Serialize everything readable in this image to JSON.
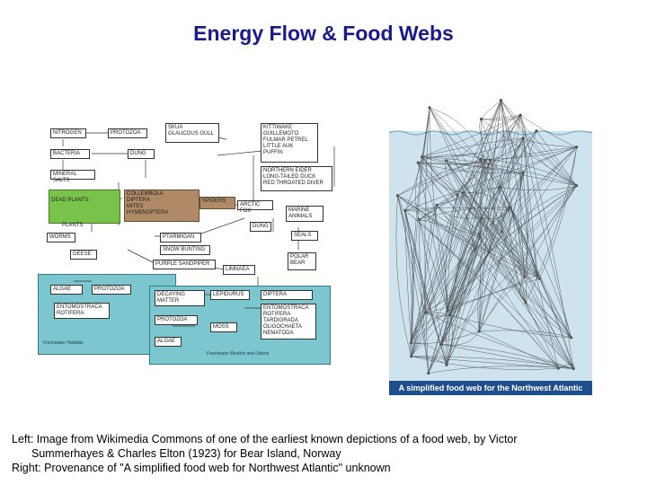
{
  "title": "Energy Flow & Food Webs",
  "left_figure": {
    "boxes": {
      "nitrogen": "NITROGEN",
      "protozoa_top": "PROTOZOA",
      "skua": "SKUA\nGLAUCOUS GULL",
      "seabirds": "KITTIWAKE\nGUILLEMOTO\nFULMAR PETREL\nLITTLE AUK\nPUFFIN",
      "bacteria": "BACTERIA",
      "dung_top": "DUNG",
      "mineral_salts": "MINERAL SALTS",
      "eider": "NORTHERN EIDER\nLONG-TAILED DUCK\nRED THROATED DIVER",
      "dead_plants": "DEAD PLANTS",
      "plants": "PLANTS",
      "insects": "COLLEMBOLA\nDIPTERA\nMITES\nHYMENOPTERA",
      "spiders": "SPIDERS",
      "arctic_fox": "ARCTIC FOX",
      "marine_animals": "MARINE\nANIMALS",
      "dung_mid": "DUNG",
      "worms": "WORMS",
      "ptarmigan": "PTARMIGAN",
      "seals": "SEALS",
      "snow_bunting": "SNOW BUNTING",
      "geese": "GEESE",
      "polar_bear": "POLAR\nBEAR",
      "purple_sandpiper": "PURPLE SANDPIPER",
      "dipl": "LIMNAEA",
      "algae": "ALGAE",
      "protozoa_fw": "PROTOZOA",
      "decaying_matter": "DECAYING\nMATTER",
      "lepidurus": "LEPIDURUS",
      "diptera_fw": "DIPTERA",
      "entomostraca_fw": "ENTOMOSTRACA\nROTIFERA",
      "entomostraca_right": "ENTOMOSTRACA\nROTIFERA\nTARDIGRADA\nOLIGOCHAETA\nNEMATODA",
      "protozoa_bottom": "PROTOZOA",
      "moss": "MOSS",
      "algae_bottom": "ALGAE"
    },
    "panel_label_left": "Freshwater Habitats",
    "panel_label_right": "Freshwater Benthic and Littoral"
  },
  "right_figure": {
    "caption": "A simplified food web for the Northwest Atlantic"
  },
  "caption": {
    "line1": "Left:  Image from Wikimedia Commons of one of the earliest known depictions of a food web, by Victor",
    "line2": "Summerhayes & Charles Elton (1923) for Bear Island, Norway",
    "line3": "Right:  Provenance of \"A simplified food web for Northwest Atlantic\" unknown"
  },
  "colors": {
    "title": "#1a1a8c",
    "plants_green": "#79c34a",
    "spiders_brown": "#b08a66",
    "freshwater_teal": "#7cc6cf",
    "ocean_blue": "#cfe3ef",
    "caption_bar": "#1f4e8c"
  }
}
